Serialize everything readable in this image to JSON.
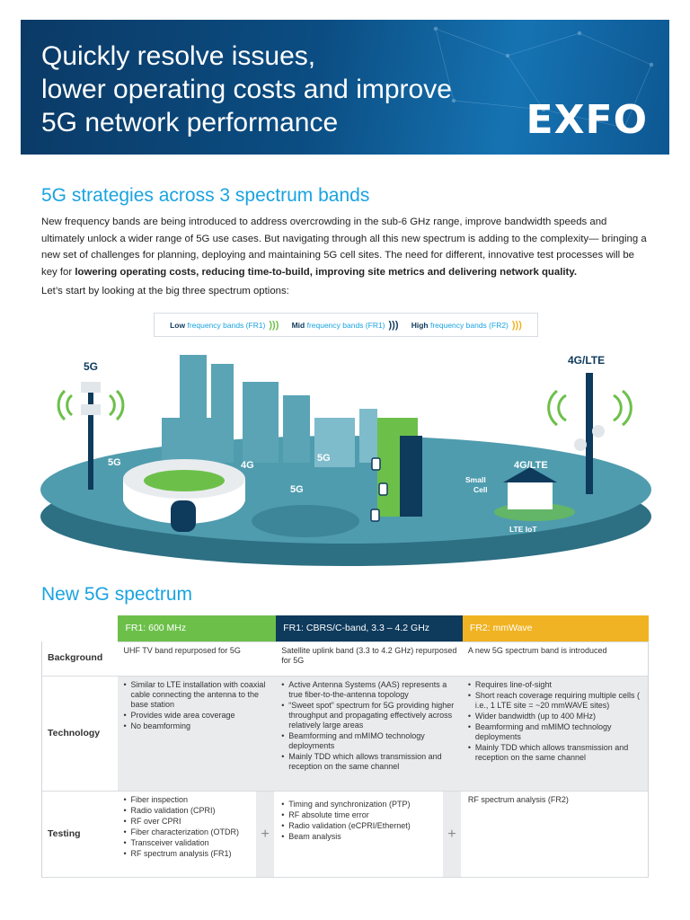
{
  "banner": {
    "title_lines": [
      "Quickly resolve issues,",
      "lower operating costs and improve",
      "5G network performance"
    ],
    "logo": "EXFO"
  },
  "section1": {
    "heading": "5G strategies across 3 spectrum bands",
    "intro": "New frequency bands are being introduced to address overcrowding in the sub-6 GHz range, improve bandwidth speeds and ultimately unlock a wider range of 5G use cases. But navigating through all this new spectrum is adding to the complexity— bringing a new set of challenges for planning, deploying and maintaining 5G cell sites. The need for different, innovative test processes will be key for ",
    "intro_bold": "lowering operating costs, reducing time-to-build, improving site metrics and delivering network quality.",
    "lead": "Let’s start by looking at the big three spectrum options:"
  },
  "legend": [
    {
      "strong": "Low",
      "rest": " frequency bands (FR1)",
      "color": "#6cc04a"
    },
    {
      "strong": "Mid",
      "rest": " frequency bands (FR1)",
      "color": "#0e3a5c"
    },
    {
      "strong": "High",
      "rest": " frequency bands (FR2)",
      "color": "#f0b323"
    }
  ],
  "illustration": {
    "labels": [
      "5G",
      "4G/LTE",
      "5G",
      "4G",
      "5G",
      "5G",
      "Small",
      "Cell",
      "4G/LTE",
      "LTE IoT"
    ]
  },
  "section2": {
    "heading": "New 5G spectrum"
  },
  "table": {
    "headers": [
      {
        "label": "FR1: 600 MHz",
        "color": "#6cc04a"
      },
      {
        "label": "FR1: CBRS/C-band, 3.3 – 4.2 GHz",
        "color": "#0e3a5c"
      },
      {
        "label": "FR2: mmWave",
        "color": "#f0b323"
      }
    ],
    "rows": {
      "background": {
        "label": "Background",
        "c1": "UHF TV band repurposed for 5G",
        "c2": "Satellite uplink band (3.3 to 4.2 GHz) repurposed for 5G",
        "c3": "A new 5G spectrum band is introduced"
      },
      "technology": {
        "label": "Technology",
        "c1": [
          "Similar to LTE installation with coaxial cable connecting the antenna to the base station",
          "Provides wide area coverage",
          "No beamforming"
        ],
        "c2": [
          "Active Antenna Systems (AAS) represents a true  fiber-to-the-antenna topology",
          "“Sweet spot” spectrum for 5G providing higher throughput and propagating effectively across relatively large areas",
          "Beamforming and mMIMO technology deployments",
          "Mainly TDD which allows transmission and reception on the same channel"
        ],
        "c3": [
          "Requires line-of-sight",
          "Short reach coverage requiring multiple cells ( i.e., 1 LTE site = ~20 mmWAVE sites)",
          "Wider bandwidth (up to 400 MHz)",
          "Beamforming and mMIMO technology deployments",
          "Mainly TDD which allows transmission and reception on the same channel"
        ]
      },
      "testing": {
        "label": "Testing",
        "c1": [
          "Fiber inspection",
          "Radio validation (CPRI)",
          "RF over CPRI",
          "Fiber characterization (OTDR)",
          "Transceiver validation",
          "RF spectrum analysis (FR1)"
        ],
        "c2": [
          "Timing and synchronization (PTP)",
          "RF absolute time error",
          "Radio validation (eCPRI/Ethernet)",
          "Beam analysis"
        ],
        "c3": "RF spectrum analysis (FR2)",
        "plus": "+"
      }
    }
  }
}
